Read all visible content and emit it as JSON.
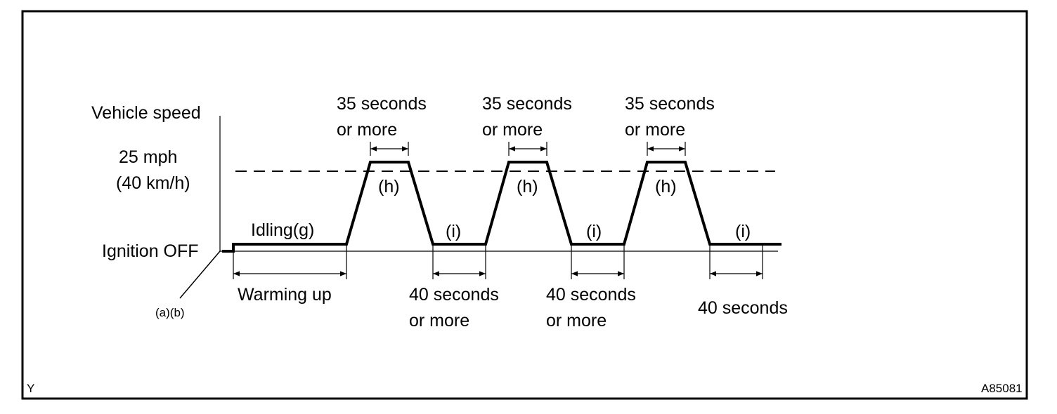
{
  "axis": {
    "y_title": "Vehicle speed",
    "speed_line1": "25 mph",
    "speed_line2": "(40 km/h)",
    "ignition": "Ignition OFF",
    "start_marker": "(a)(b)"
  },
  "phases": {
    "idling": "Idling(g)",
    "warming": "Warming up",
    "h_label": "(h)",
    "i_label": "(i)"
  },
  "durations": {
    "high_line1": "35 seconds",
    "high_line2": "or more",
    "low_line1": "40 seconds",
    "low_line2": "or more",
    "last": "40 seconds"
  },
  "footer": {
    "left_code": "Y",
    "figure_id": "A85081"
  }
}
